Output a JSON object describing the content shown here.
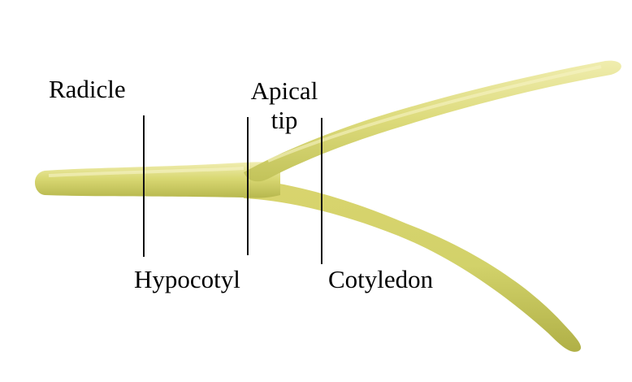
{
  "labels": {
    "radicle": "Radicle",
    "apical_tip_line1": "Apical",
    "apical_tip_line2": "tip",
    "hypocotyl": "Hypocotyl",
    "cotyledon": "Cotyledon"
  },
  "colors": {
    "background": "#ffffff",
    "seedling_light": "#e8e49a",
    "seedling_mid": "#cfd06a",
    "seedling_dark": "#b1b247",
    "label_text": "#000000",
    "marker_line": "#111111"
  }
}
